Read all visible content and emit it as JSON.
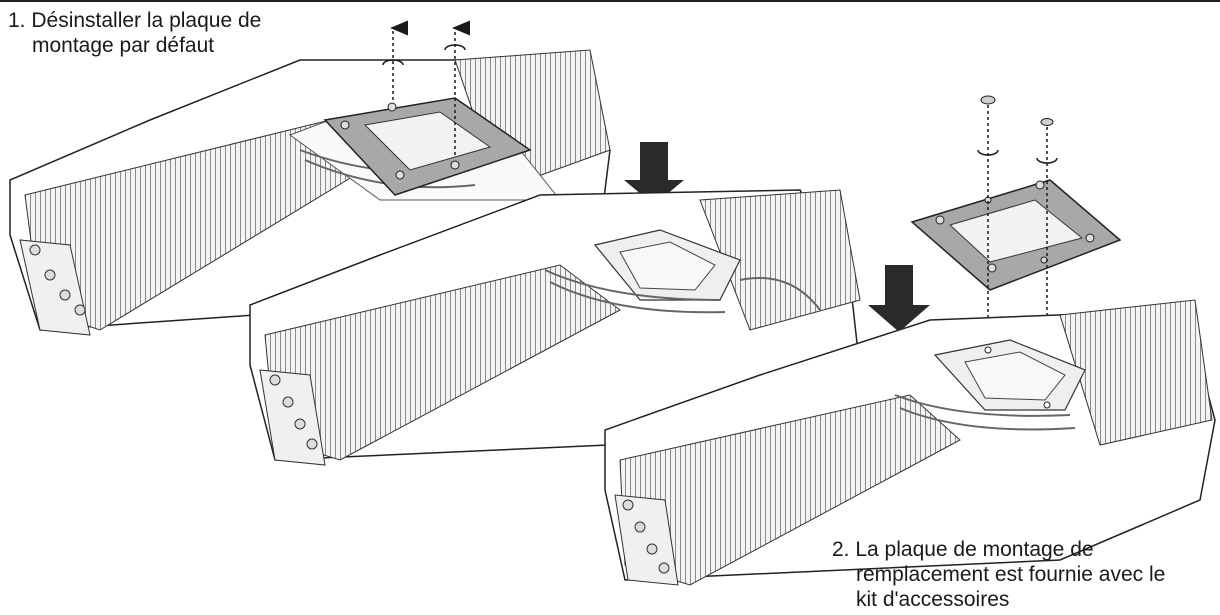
{
  "diagram": {
    "step1": {
      "line1": "1. Désinstaller la plaque de",
      "line2": "montage par défaut"
    },
    "step2": {
      "line1": "2. La plaque de montage de",
      "line2": "remplacement est fournie avec le",
      "line3": "kit d'accessoires"
    }
  },
  "colors": {
    "ink": "#1a1a1a",
    "metal_plate": "#a8a8a8",
    "heatsink_fin": "#cfcfcf",
    "arrow_fill": "#2a2a2a"
  }
}
